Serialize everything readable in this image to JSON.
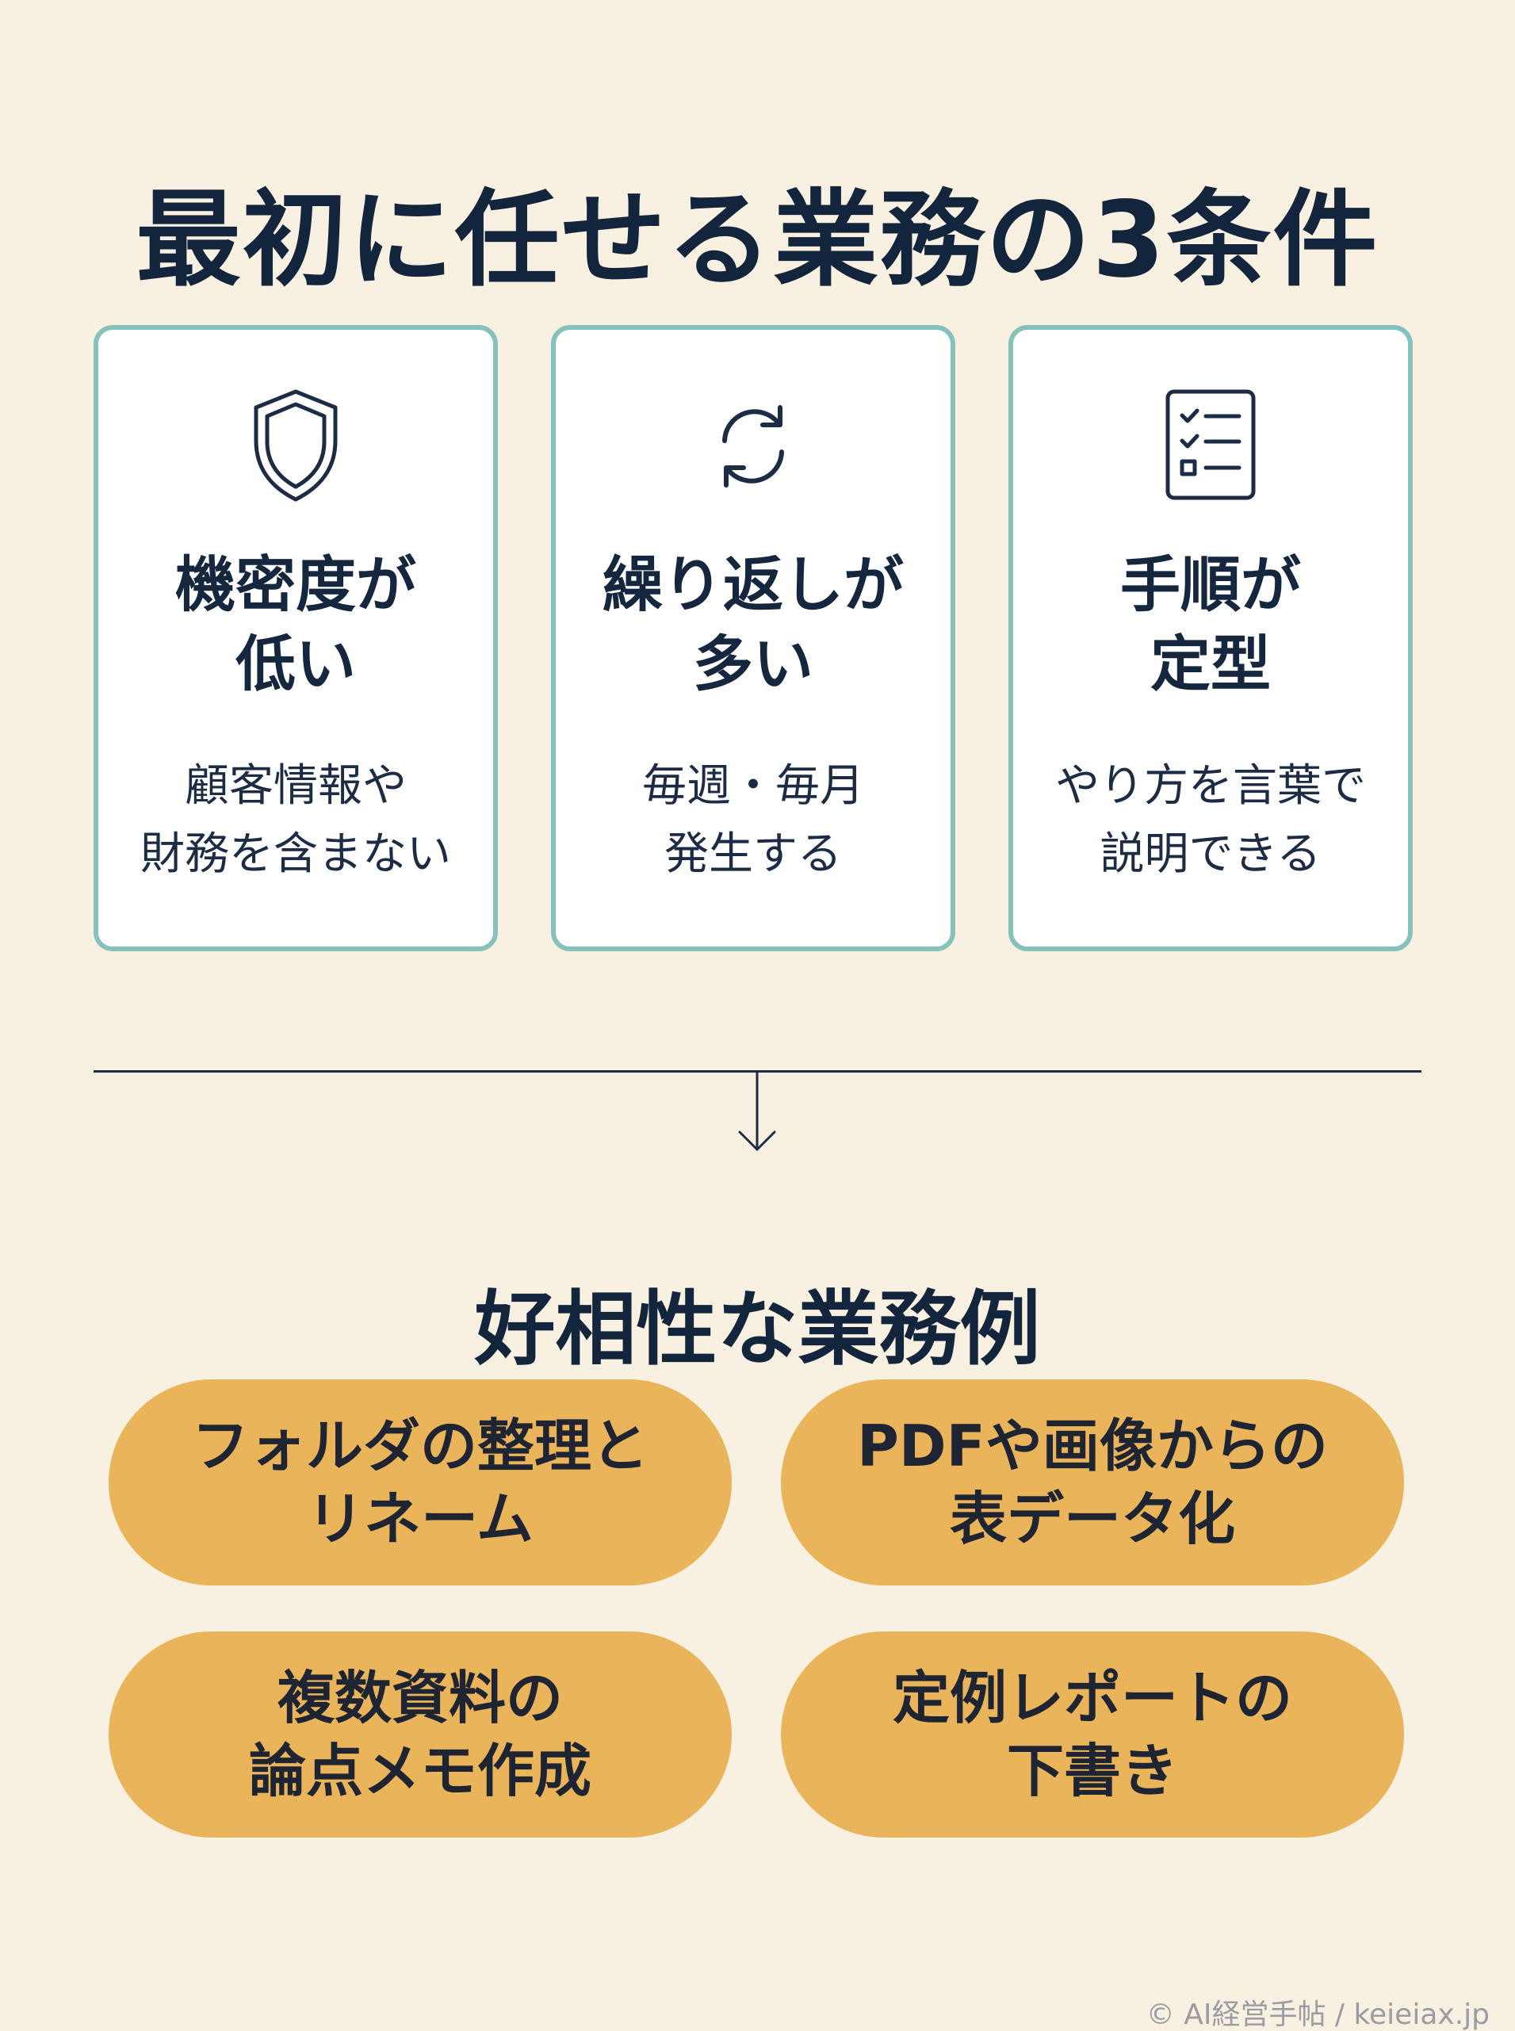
{
  "title": "最初に任せる業務の3条件",
  "conditions": [
    {
      "icon": "shield-icon",
      "heading_lines": [
        "機密度が",
        "低い"
      ],
      "desc_lines": [
        "顧客情報や",
        "財務を含まない"
      ]
    },
    {
      "icon": "refresh-icon",
      "heading_lines": [
        "繰り返しが",
        "多い"
      ],
      "desc_lines": [
        "毎週・毎月",
        "発生する"
      ]
    },
    {
      "icon": "checklist-icon",
      "heading_lines": [
        "手順が",
        "定型"
      ],
      "desc_lines": [
        "やり方を言葉で",
        "説明できる"
      ]
    }
  ],
  "examples_title": "好相性な業務例",
  "examples": [
    {
      "lines": [
        "フォルダの整理と",
        "リネーム"
      ]
    },
    {
      "lines": [
        "PDFや画像からの",
        "表データ化"
      ]
    },
    {
      "lines": [
        "複数資料の",
        "論点メモ作成"
      ]
    },
    {
      "lines": [
        "定例レポートの",
        "下書き"
      ]
    }
  ],
  "copyright": "© AI経営手帖 / keieiax.jp",
  "colors": {
    "background": "#f8f0e0",
    "card_border": "#86c2bc",
    "pill": "#eab45a",
    "text": "#13243d"
  }
}
